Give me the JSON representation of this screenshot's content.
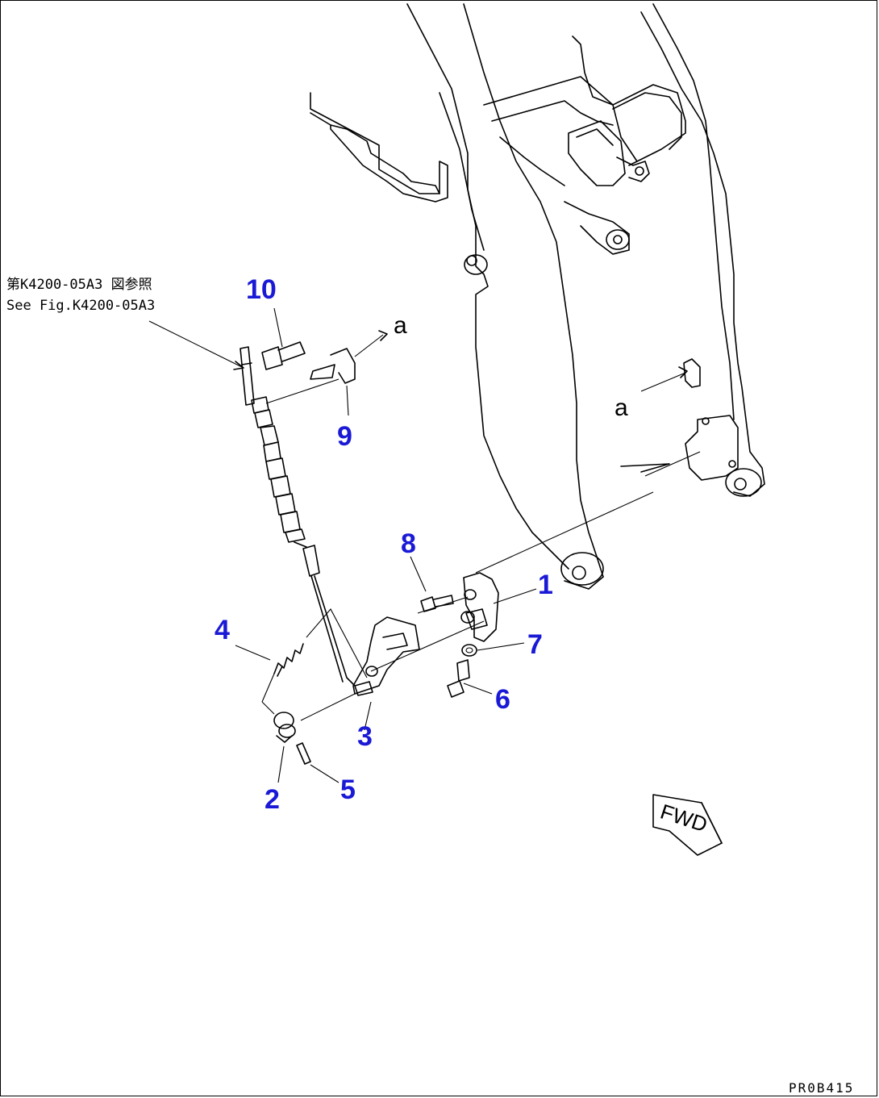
{
  "reference": {
    "line_jp": "第K4200-05A3 図参照",
    "line_en": "See Fig.K4200-05A3"
  },
  "callouts": {
    "c1": "1",
    "c2": "2",
    "c3": "3",
    "c4": "4",
    "c5": "5",
    "c6": "6",
    "c7": "7",
    "c8": "8",
    "c9": "9",
    "c10": "10"
  },
  "view_marks": {
    "upper": "a",
    "lower": "a"
  },
  "direction": "FWD",
  "drawing_code": "PR0B415",
  "colors": {
    "callout": "#1a1ad6",
    "line": "#000000"
  }
}
